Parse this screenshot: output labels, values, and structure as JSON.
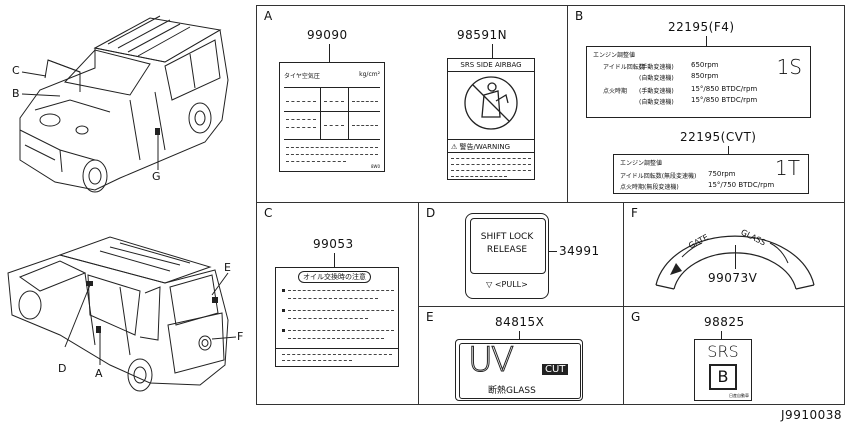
{
  "callouts": {
    "c": "C",
    "b": "B",
    "g": "G",
    "e": "E",
    "f": "F",
    "d": "D",
    "a": "A"
  },
  "panels": {
    "a": {
      "letter": "A",
      "tire_part": "99090",
      "tire_title": "タイヤ空気圧",
      "tire_unit": "kg/cm²",
      "tire_footer": "8W0",
      "airbag_part": "98591N",
      "airbag_title": "SRS SIDE AIRBAG",
      "airbag_warning": "⚠ 警告/WARNING"
    },
    "b": {
      "letter": "B",
      "f4_part": "22195(F4)",
      "f4_title": "エンジン調整値",
      "f4_idle_label": "アイドル回転数",
      "f4_manual": "(手動変速機)",
      "f4_manual_val": "650rpm",
      "f4_auto": "(自動変速機)",
      "f4_auto_val": "850rpm",
      "f4_ign_label": "点火時期",
      "f4_ign_manual": "(手動変速機)",
      "f4_ign_manual_val": "15°/850 BTDC/rpm",
      "f4_ign_auto": "(自動変速機)",
      "f4_ign_auto_val": "15°/850 BTDC/rpm",
      "f4_code": "1S",
      "cvt_part": "22195(CVT)",
      "cvt_title": "エンジン調整値",
      "cvt_idle": "アイドル回転数(無段変速機)",
      "cvt_idle_val": "750rpm",
      "cvt_ign": "点火時期(無段変速機)",
      "cvt_ign_val": "15°/750 BTDC/rpm",
      "cvt_code": "1T"
    },
    "c": {
      "letter": "C",
      "part": "99053",
      "title": "オイル交換時の注意"
    },
    "d": {
      "letter": "D",
      "line1": "SHIFT LOCK",
      "line2": "RELEASE",
      "pull": "▽ <PULL>",
      "part": "34991"
    },
    "e": {
      "letter": "E",
      "part": "84815X",
      "uv": "UV",
      "cut": "CUT",
      "glass": "断熱GLASS"
    },
    "f": {
      "letter": "F",
      "gate": "GATE",
      "glass": "GLASS",
      "part": "99073V"
    },
    "g": {
      "letter": "G",
      "part": "98825",
      "srs": "SRS",
      "b": "B",
      "maker": "日産自動車"
    }
  },
  "diagram_id": "J9910038"
}
